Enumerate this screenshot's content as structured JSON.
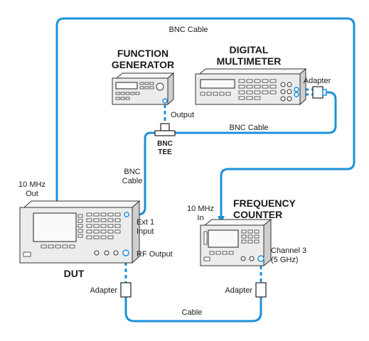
{
  "labels": {
    "bnc_cable_top": "BNC Cable",
    "function_generator_line1": "FUNCTION",
    "function_generator_line2": "GENERATOR",
    "digital_multimeter_line1": "DIGITAL",
    "digital_multimeter_line2": "MULTIMETER",
    "adapter_dmm": "Adapter",
    "output": "Output",
    "bnc_cable_mid": "BNC Cable",
    "bnc_tee_line1": "BNC",
    "bnc_tee_line2": "TEE",
    "bnc_cable_vertical_line1": "BNC",
    "bnc_cable_vertical_line2": "Cable",
    "ref_out_line1": "10 MHz",
    "ref_out_line2": "Out",
    "ref_in_line1": "10 MHz",
    "ref_in_line2": "In",
    "frequency_counter_line1": "FREQUENCY",
    "frequency_counter_line2": "COUNTER",
    "ext1_line1": "Ext 1",
    "ext1_line2": "Input",
    "rf_output": "RF Output",
    "channel3_line1": "Channel 3",
    "channel3_line2": "(5 GHz)",
    "dut": "DUT",
    "adapter_dut": "Adapter",
    "adapter_counter": "Adapter",
    "cable_bottom": "Cable"
  },
  "colors": {
    "cable": "#1e90d8",
    "instrument_outline": "#333333",
    "text": "#1a1a1a"
  }
}
